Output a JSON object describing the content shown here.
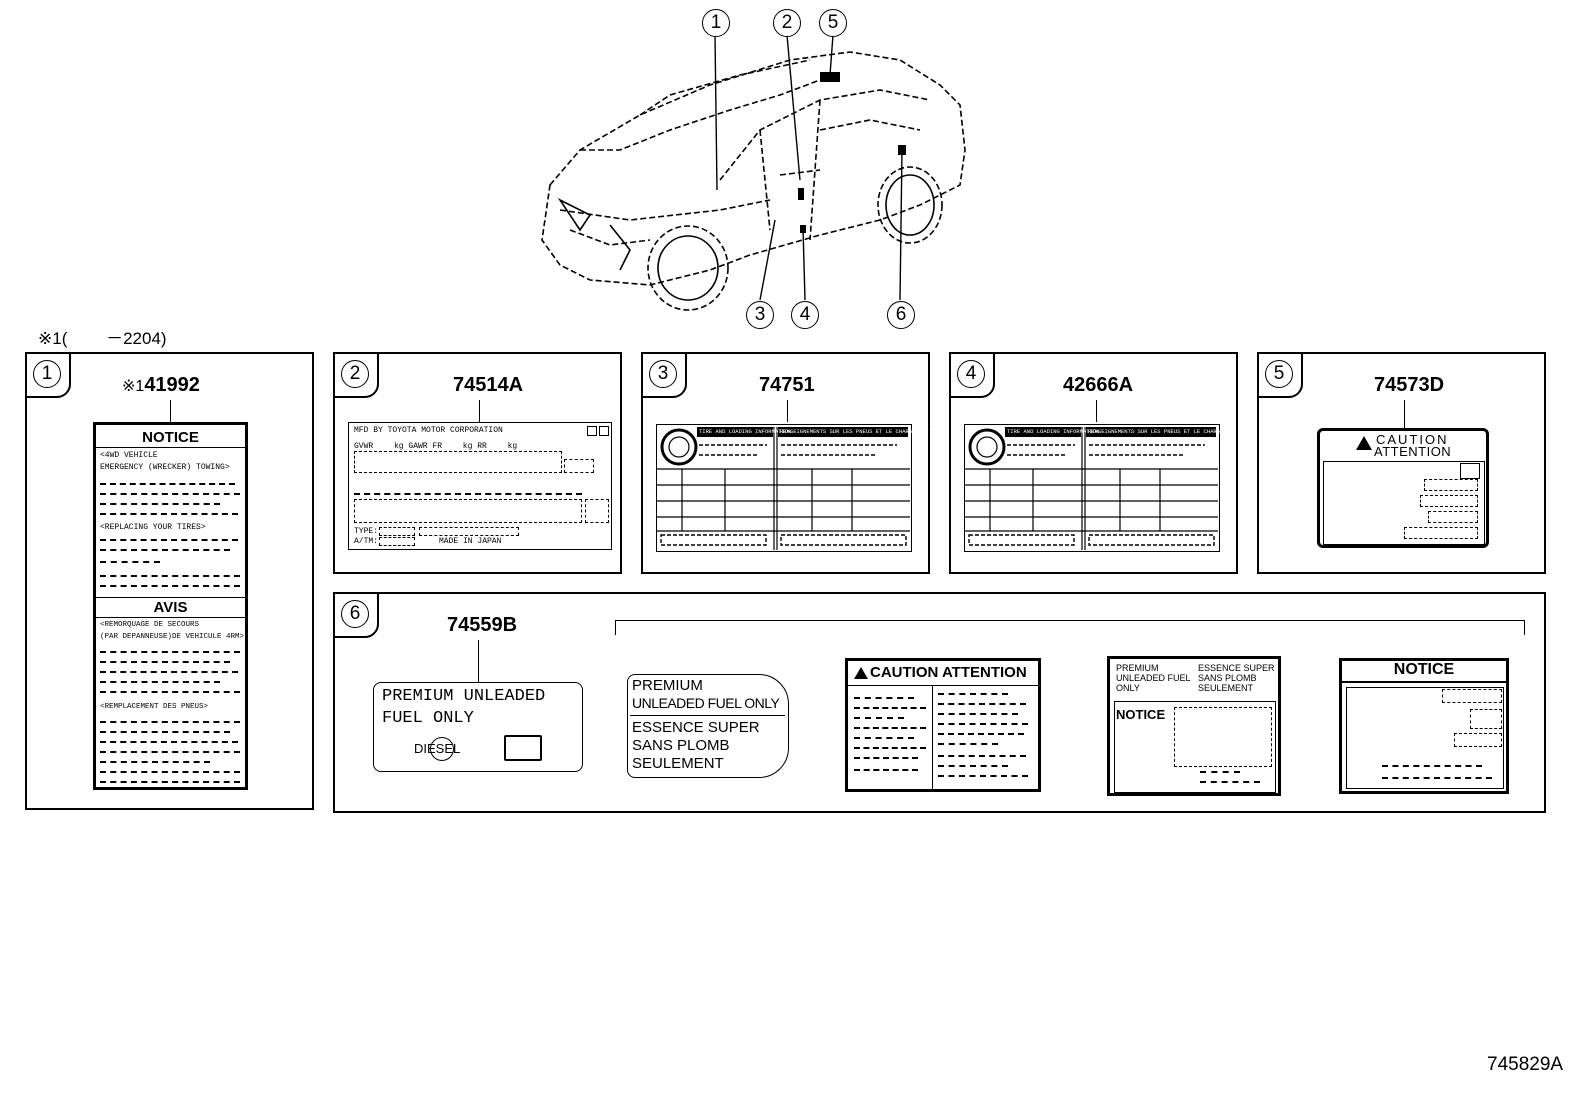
{
  "doc_code": "745829A",
  "footnote": "※1(　　 －2204)",
  "car_callouts": [
    "1",
    "2",
    "3",
    "4",
    "5",
    "6"
  ],
  "panels": [
    {
      "callout": "1",
      "part": "※1 41992",
      "mark": "※1",
      "code": "41992",
      "notice": "NOTICE",
      "l1": "<4WD VEHICLE",
      "l2": "EMERGENCY (WRECKER) TOWING>",
      "l3": "<REPLACING YOUR TIRES>",
      "avis": "AVIS",
      "l4": "<REMORQUAGE DE SECOURS",
      "l5": "(PAR DEPANNEUSE)DE VEHICULE 4RM>",
      "l6": "<REMPLACEMENT DES PNEUS>"
    },
    {
      "callout": "2",
      "part": "74514A",
      "mfd": "MFD BY TOYOTA MOTOR CORPORATION",
      "gvwr": "GVWR　　 kg GAWR FR　　 kg RR　　 kg",
      "type_pre": "TYPE:",
      "atm": "A/TM:",
      "made": "MADE IN JAPAN"
    },
    {
      "callout": "3",
      "part": "74751",
      "h1": "TIRE AND LOADING INFORMATION",
      "h2": "RENSEIGNEMENTS SUR LES PNEUS ET LE CHARGEMENT"
    },
    {
      "callout": "4",
      "part": "42666A",
      "h1": "TIRE AND LOADING INFORMATION",
      "h2": "RENSEIGNEMENTS SUR LES PNEUS ET LE CHARGEMENT"
    },
    {
      "callout": "5",
      "part": "74573D",
      "caution": "CAUTION",
      "attention": "ATTENTION"
    },
    {
      "callout": "6",
      "part": "74559B",
      "fuel1": "PREMIUM UNLEADED",
      "fuel2": "FUEL ONLY",
      "diesel": "DIESEL",
      "alt1": "PREMIUM",
      "alt2": "UNLEADED FUEL ONLY",
      "alt3": "ESSENCE SUPER",
      "alt4": "SANS PLOMB",
      "alt5": "SEULEMENT",
      "caution_attention": "CAUTION ATTENTION",
      "v1": "PREMIUM",
      "v2": "UNLEADED FUEL",
      "v3": "ONLY",
      "v4": "ESSENCE SUPER",
      "v5": "SANS PLOMB",
      "v6": "SEULEMENT",
      "notice": "NOTICE",
      "notice2": "NOTICE"
    }
  ]
}
